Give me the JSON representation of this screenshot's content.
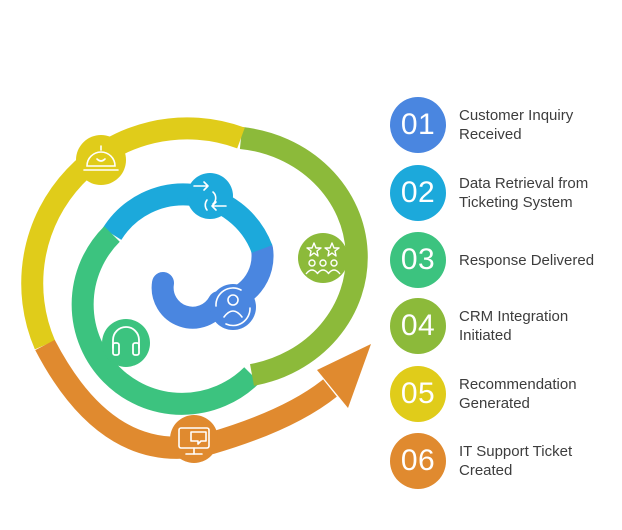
{
  "colors": {
    "blue": "#4A86E0",
    "cyan": "#1CA9DB",
    "green": "#3CC37F",
    "olive": "#8CBA3A",
    "yellow": "#E0CC1A",
    "orange": "#E08A2F"
  },
  "steps": [
    {
      "number": "01",
      "label": "Customer Inquiry Received",
      "color": "#4A86E0",
      "icon": "user-search-icon"
    },
    {
      "number": "02",
      "label": "Data Retrieval from Ticketing System",
      "color": "#1CA9DB",
      "icon": "transfer-arrows-icon"
    },
    {
      "number": "03",
      "label": "Response Delivered",
      "color": "#3CC37F",
      "icon": "headset-icon"
    },
    {
      "number": "04",
      "label": "CRM Integration Initiated",
      "color": "#8CBA3A",
      "icon": "rating-stars-icon"
    },
    {
      "number": "05",
      "label": "Recommendation Generated",
      "color": "#E0CC1A",
      "icon": "service-bell-icon"
    },
    {
      "number": "06",
      "label": "IT Support Ticket Created",
      "color": "#E08A2F",
      "icon": "monitor-chat-icon"
    }
  ]
}
